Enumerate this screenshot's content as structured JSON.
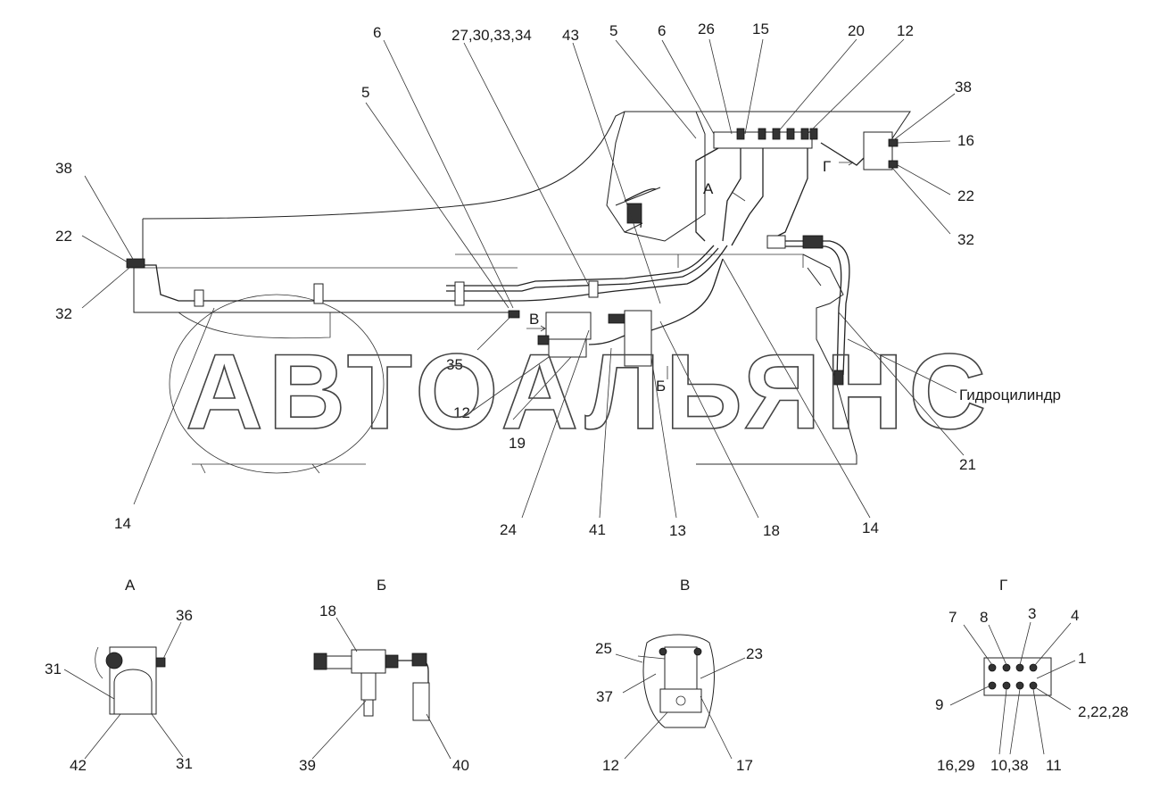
{
  "watermark": "АВТОАЛЬЯНС",
  "cylinder_label": "Гидроцилиндр",
  "section_marks": {
    "A": "А",
    "B": "Б",
    "V": "В",
    "G": "Г"
  },
  "callouts_main": [
    "6",
    "27,30,33,34",
    "43",
    "5",
    "6",
    "26",
    "15",
    "20",
    "12",
    "5",
    "38",
    "16",
    "22",
    "32",
    "38",
    "22",
    "32",
    "35",
    "12",
    "19",
    "24",
    "41",
    "13",
    "18",
    "14",
    "14",
    "21"
  ],
  "view_titles": [
    "А",
    "Б",
    "В",
    "Г"
  ],
  "callouts_view_A": [
    "36",
    "31",
    "42",
    "31"
  ],
  "callouts_view_B": [
    "18",
    "39",
    "40"
  ],
  "callouts_view_V": [
    "25",
    "23",
    "37",
    "12",
    "17"
  ],
  "callouts_view_G": [
    "7",
    "8",
    "3",
    "4",
    "1",
    "9",
    "2,22,28",
    "16,29",
    "10,38",
    "11"
  ]
}
